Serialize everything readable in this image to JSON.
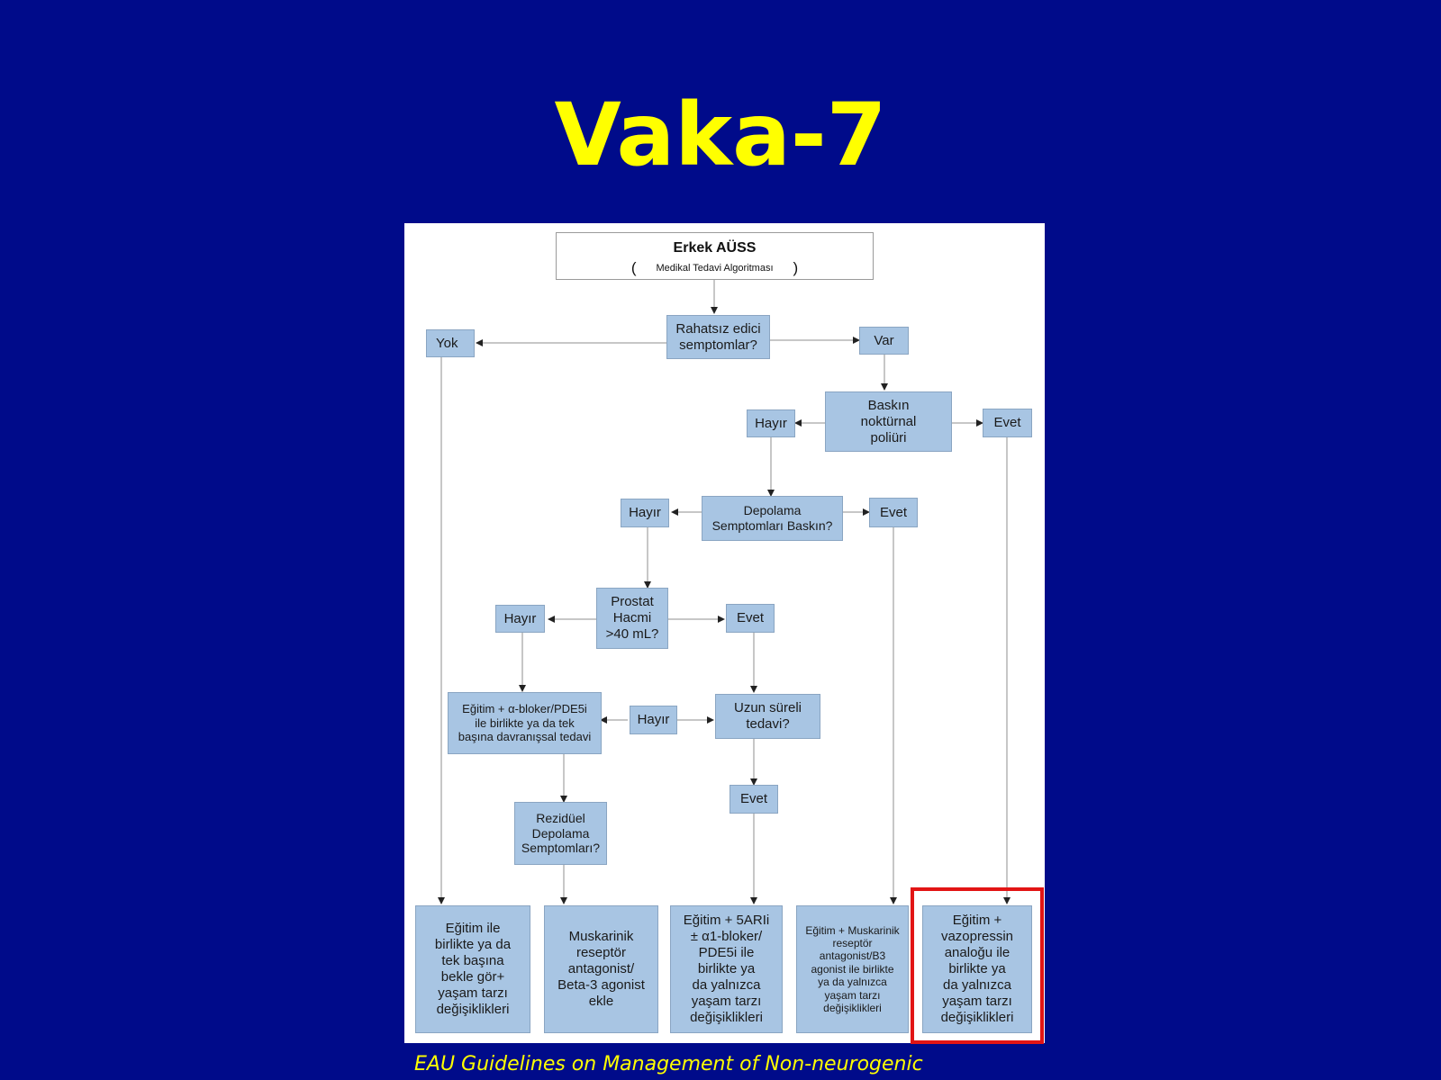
{
  "slide": {
    "title": "Vaka-7",
    "footer": "EAU Guidelines on Management of Non-neurogenic"
  },
  "flowchart": {
    "header_title": "Erkek AÜSS",
    "header_subtitle_open": "(",
    "header_subtitle": "Medikal Tedavi Algoritması",
    "header_subtitle_close": ")",
    "q_bothersome": "Rahatsız edici\nsemptomlar?",
    "yok": "Yok",
    "var": "Var",
    "q_nocturnal": "Baskın\nnoktürnal\npoliüri",
    "hayir_1": "Hayır",
    "evet_1": "Evet",
    "q_storage": "Depolama\nSemptomları Baskın?",
    "hayir_2": "Hayır",
    "evet_2": "Evet",
    "q_prostate": "Prostat\nHacmi\n>40 mL?",
    "hayir_3": "Hayır",
    "evet_3": "Evet",
    "treat_alpha": "Eğitim + α-bloker/PDE5i\nile birlikte ya da tek\nbaşına davranışsal tedavi",
    "hayir_4": "Hayır",
    "q_longterm": "Uzun süreli\ntedavi?",
    "evet_4": "Evet",
    "q_residual": "Rezidüel\nDepolama\nSemptomları?",
    "out_watch": "Eğitim ile\nbirlikte ya da\ntek başına\nbekle gör+\nyaşam tarzı\ndeğişiklikleri",
    "out_muscarinic": "Muskarinik\nreseptör\nantagonist/\nBeta-3 agonist\nekle",
    "out_5ari": "Eğitim + 5ARIi\n± α1-bloker/\nPDE5i ile\nbirlikte ya\nda yalnızca\nyaşam tarzı\ndeğişiklikleri",
    "out_edu_muscarinic": "Eğitim + Muskarinik\nreseptör\nantagonist/B3\nagonist ile birlikte\nya da yalnızca\nyaşam tarzı\ndeğişiklikleri",
    "out_vasopressin": "Eğitim +\nvazopressin\nanaloğu ile\nbirlikte ya\nda yalnızca\nyaşam tarzı\ndeğişiklikleri"
  },
  "colors": {
    "background": "#000b8a",
    "title": "#ffff00",
    "box_fill": "#a8c5e3",
    "highlight": "#e21515"
  }
}
